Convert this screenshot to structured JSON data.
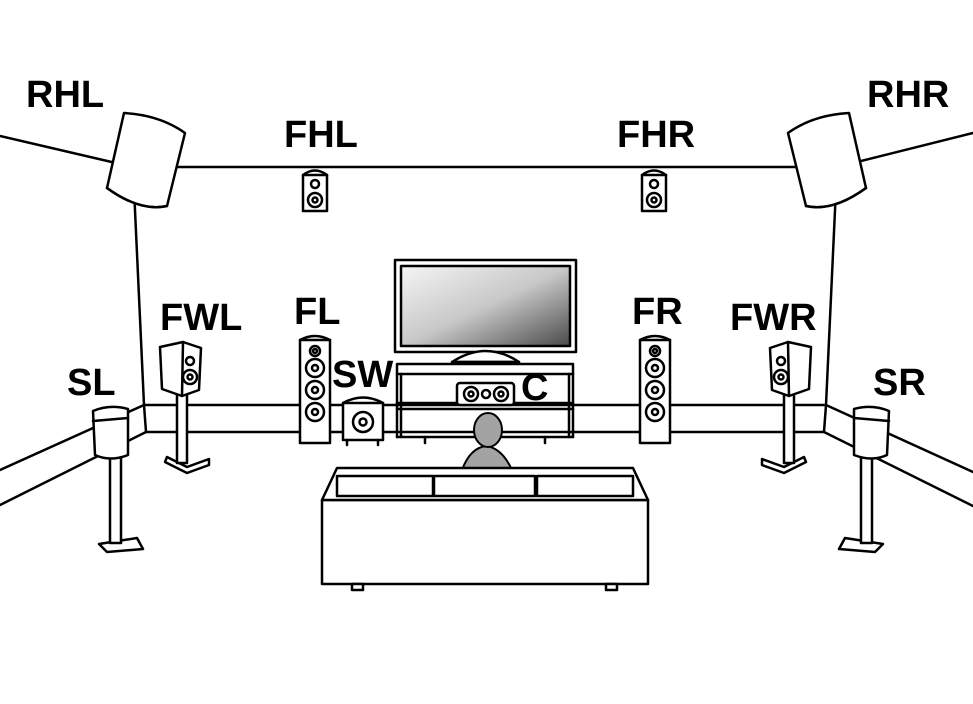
{
  "labels": {
    "rhl": "RHL",
    "rhr": "RHR",
    "fhl": "FHL",
    "fhr": "FHR",
    "fwl": "FWL",
    "fwr": "FWR",
    "fl": "FL",
    "fr": "FR",
    "sw": "SW",
    "c": "C",
    "sl": "SL",
    "sr": "SR"
  },
  "colors": {
    "stroke": "#000000",
    "fill": "#ffffff",
    "listener": "#a3a3a3",
    "screen_light": "#f5f5f5",
    "screen_dark": "#4a4a4a"
  }
}
